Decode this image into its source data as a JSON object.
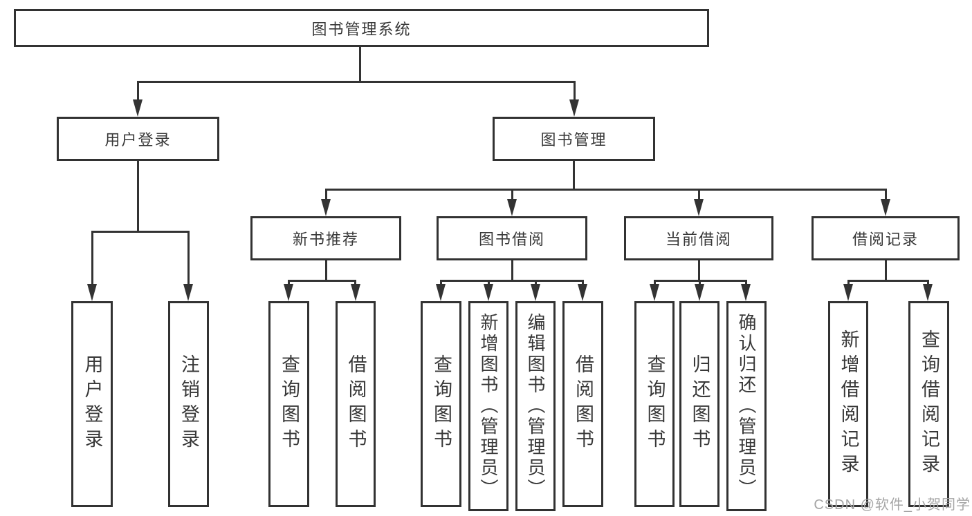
{
  "colors": {
    "line": "#333333",
    "border": "#323232",
    "text": "#383838",
    "watermark": "#a5a5a5",
    "background": "#ffffff"
  },
  "watermark": "CSDN @软件_小贺同学",
  "tree": {
    "root": {
      "label": "图书管理系统"
    },
    "children": [
      {
        "label": "用户登录",
        "children": [
          {
            "label": "用户登录"
          },
          {
            "label": "注销登录"
          }
        ]
      },
      {
        "label": "图书管理",
        "children": [
          {
            "label": "新书推荐",
            "children": [
              {
                "label": "查询图书"
              },
              {
                "label": "借阅图书"
              }
            ]
          },
          {
            "label": "图书借阅",
            "children": [
              {
                "label": "查询图书"
              },
              {
                "label": "新增图书（管理员）"
              },
              {
                "label": "编辑图书（管理员）"
              },
              {
                "label": "借阅图书"
              }
            ]
          },
          {
            "label": "当前借阅",
            "children": [
              {
                "label": "查询图书"
              },
              {
                "label": "归还图书"
              },
              {
                "label": "确认归还（管理员）"
              }
            ]
          },
          {
            "label": "借阅记录",
            "children": [
              {
                "label": "新增借阅记录"
              },
              {
                "label": "查询借阅记录"
              }
            ]
          }
        ]
      }
    ]
  }
}
